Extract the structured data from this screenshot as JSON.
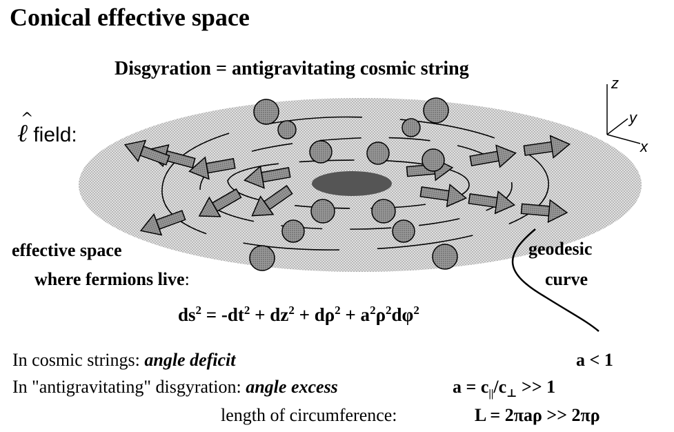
{
  "title": "Conical effective space",
  "subtitle": "Disgyration = antigravitating cosmic string",
  "field_label": {
    "symbol": "ℓ",
    "text": "field:"
  },
  "axes": {
    "z": "z",
    "y": "y",
    "x": "x"
  },
  "labels": {
    "effective_line1": "effective space",
    "effective_line2": "where fermions live",
    "effective_colon": ":",
    "geodesic_line1": "geodesic",
    "geodesic_line2": "curve"
  },
  "metric": {
    "ds": "ds",
    "eq": " = -dt",
    "p1": " + dz",
    "p2": "  + dρ",
    "p3": "  +  a",
    "rho": "ρ",
    "dphi": "dφ",
    "exp": "2"
  },
  "statements": {
    "row1_text": "In cosmic strings:  ",
    "row1_em": "angle deficit",
    "row1_right": "a < 1",
    "row2_text": "In \"antigravitating\" disgyration:  ",
    "row2_em": "angle excess",
    "row2_right_a": "a  =  c",
    "row2_sub1": "||",
    "row2_slash": "/c",
    "row2_sub2": "⊥",
    "row2_tail": "  >> 1",
    "row3_text": "length of circumference:",
    "row3_right": "L =  2πaρ  >>  2πρ"
  },
  "colors": {
    "ellipse_fill": "#cfcfcf",
    "core_fill": "#5a5a5a",
    "arrow_fill": "#7a7a7a",
    "line": "#000000"
  }
}
